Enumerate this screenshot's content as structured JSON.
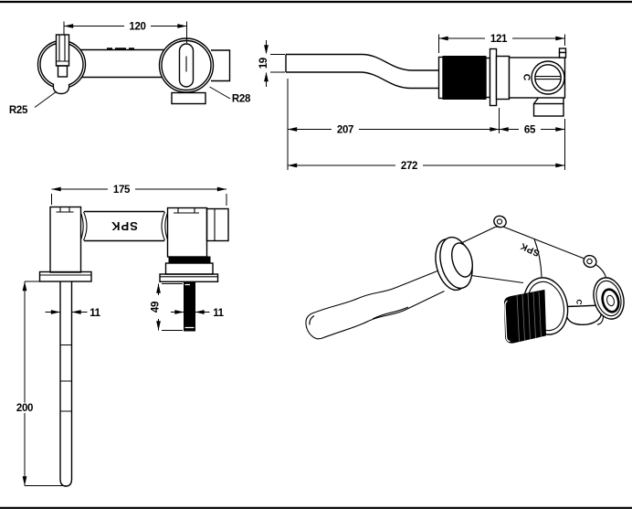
{
  "brand": "SPK",
  "colors": {
    "line": "#000000",
    "background": "#ffffff"
  },
  "views": {
    "top": {
      "center_distance": "120",
      "left_radius": "R25",
      "right_radius": "R28"
    },
    "side": {
      "spout_height": "19",
      "body_width": "121",
      "spout_reach": "207",
      "valve_depth": "65",
      "total_depth": "272",
      "port_mark": "C"
    },
    "front": {
      "overall_width": "175",
      "brand_mark": "SPK",
      "left_pipe_dia": "11",
      "thread_length": "49",
      "right_pipe_dia": "11",
      "pipe_length": "200"
    },
    "iso": {
      "brand_mark": "SPK",
      "port_mark": "C"
    }
  }
}
